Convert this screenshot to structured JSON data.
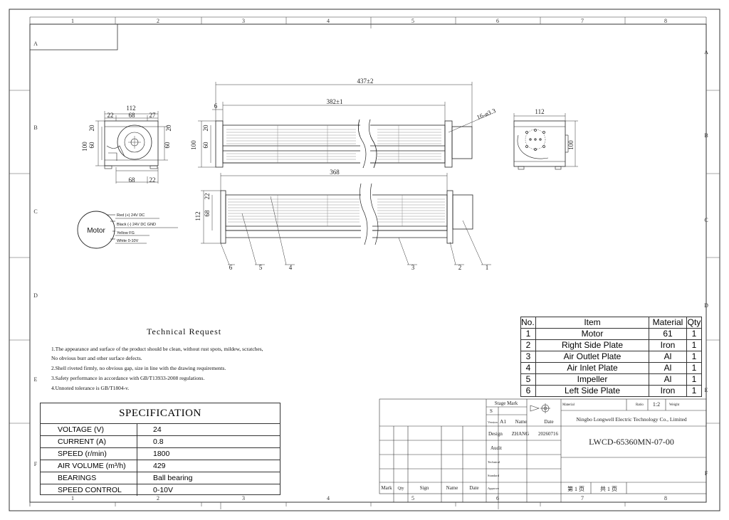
{
  "border": {
    "columns": [
      "1",
      "2",
      "3",
      "4",
      "5",
      "6",
      "7",
      "8"
    ],
    "rows": [
      "A",
      "B",
      "C",
      "D",
      "E",
      "F"
    ]
  },
  "dims": {
    "end_view": {
      "overall_width": "112",
      "d22_left": "22",
      "d68": "68",
      "d27": "27",
      "d20_left": "20",
      "d20_right": "20",
      "d100_left": "100",
      "d60_left": "60",
      "d60_right": "60",
      "bottom_68": "68",
      "bottom_22": "22"
    },
    "top_view": {
      "overall_length": "437±2",
      "inner_length": "382±1",
      "d6": "6",
      "holes": "16-ø3.3",
      "d100": "100",
      "d60": "60",
      "d20": "20"
    },
    "front_view": {
      "length": "368",
      "d112": "112",
      "d68": "68",
      "d22": "22"
    },
    "right_view": {
      "d112": "112",
      "d100": "100"
    }
  },
  "balloons": [
    "6",
    "5",
    "4",
    "3",
    "2",
    "1"
  ],
  "motor": {
    "label": "Motor",
    "wires": [
      "Red (+) 24V DC",
      "Black (-) 24V DC GND",
      "Yellow FG",
      "White 0-10V"
    ]
  },
  "technical_request": {
    "title": "Technical Request",
    "lines": [
      "1.The appearance and surface of the product should be clean, without rust spots, mildew, scratches,",
      "  No obvious burr and other surface defects.",
      "2.Shell riveted firmly, no obvious gap, size in line with the drawing requirements.",
      "3.Safety performance in accordance with GB/T13933-2008 regulations.",
      "4.Unnoted tolerance is GB/T1804-v."
    ]
  },
  "specification": {
    "title": "SPECIFICATION",
    "rows": [
      {
        "label": "VOLTAGE (V)",
        "value": "24"
      },
      {
        "label": "CURRENT (A)",
        "value": "0.8"
      },
      {
        "label": "SPEED (r/min)",
        "value": "1800"
      },
      {
        "label": "AIR VOLUME (m³/h)",
        "value": "429"
      },
      {
        "label": "BEARINGS",
        "value": "Ball bearing"
      },
      {
        "label": "SPEED CONTROL",
        "value": "0-10V"
      }
    ]
  },
  "bom": {
    "headers": [
      "No.",
      "Item",
      "Material",
      "Qty"
    ],
    "rows": [
      [
        "1",
        "Motor",
        "61",
        "1"
      ],
      [
        "2",
        "Right Side Plate",
        "Iron",
        "1"
      ],
      [
        "3",
        "Air Outlet Plate",
        "Al",
        "1"
      ],
      [
        "4",
        "Air Inlet Plate",
        "Al",
        "1"
      ],
      [
        "5",
        "Impeller",
        "Al",
        "1"
      ],
      [
        "6",
        "Left Side Plate",
        "Iron",
        "1"
      ]
    ]
  },
  "title_block": {
    "stage_mark": "Stage Mark",
    "stage": "S",
    "material_label": "Material",
    "ratio_label": "Ratio",
    "ratio": "1:2",
    "weight_label": "Weight",
    "company": "Ningbo Longwell Electric Technology  Co., Limited",
    "version_label": "Version",
    "version": "A1",
    "name_label": "Name",
    "date_label": "Date",
    "design_label": "Design",
    "designer": "ZHANG",
    "design_date": "20260716",
    "drawing_no": "LWCD-65360MN-07-00",
    "audit_label": "Audit",
    "technical_label": "Technical",
    "standard_label": "Standard",
    "approve_label": "Approve",
    "rev_headers": [
      "Mark",
      "Qty",
      "Sign",
      "Name",
      "Date"
    ],
    "page": "第 1 页",
    "total": "共 1 页"
  }
}
